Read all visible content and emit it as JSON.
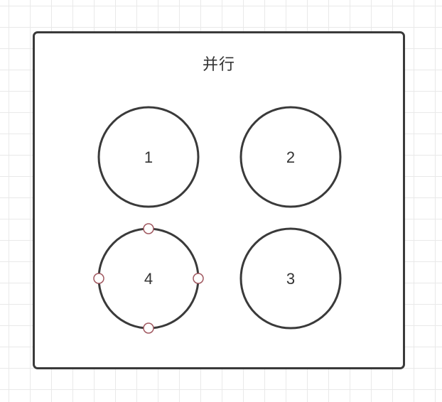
{
  "container": {
    "title": "并行"
  },
  "nodes": [
    {
      "label": "1",
      "selected": false
    },
    {
      "label": "2",
      "selected": false
    },
    {
      "label": "3",
      "selected": false
    },
    {
      "label": "4",
      "selected": true
    }
  ],
  "colors": {
    "stroke": "#3a3a3a",
    "grid": "#e9e9e9",
    "handle_stroke": "#a0575f",
    "text": "#333333"
  }
}
